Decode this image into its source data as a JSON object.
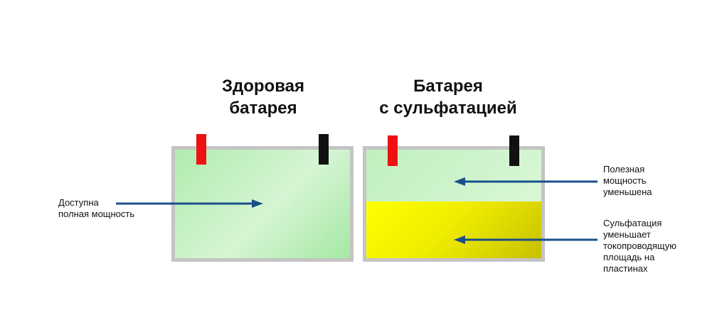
{
  "healthy": {
    "title_line1": "Здоровая",
    "title_line2": "батарея",
    "label_line1": "Доступна",
    "label_line2": "полная мощность"
  },
  "sulfated": {
    "title_line1": "Батарея",
    "title_line2": "с сульфатацией",
    "useful_line1": "Полезная",
    "useful_line2": "мощность",
    "useful_line3": "уменьшена",
    "sulfation_line1": "Сульфатация",
    "sulfation_line2": "уменьшает",
    "sulfation_line3": "токопроводящую",
    "sulfation_line4": "площадь на",
    "sulfation_line5": "пластинах",
    "sulfation_fraction": 0.52
  },
  "colors": {
    "arrow": "#1a4f8a",
    "positive_terminal": "#ee1111",
    "negative_terminal": "#111111",
    "sulfation": "#f5f000",
    "healthy_fill": "#c0efbe"
  }
}
